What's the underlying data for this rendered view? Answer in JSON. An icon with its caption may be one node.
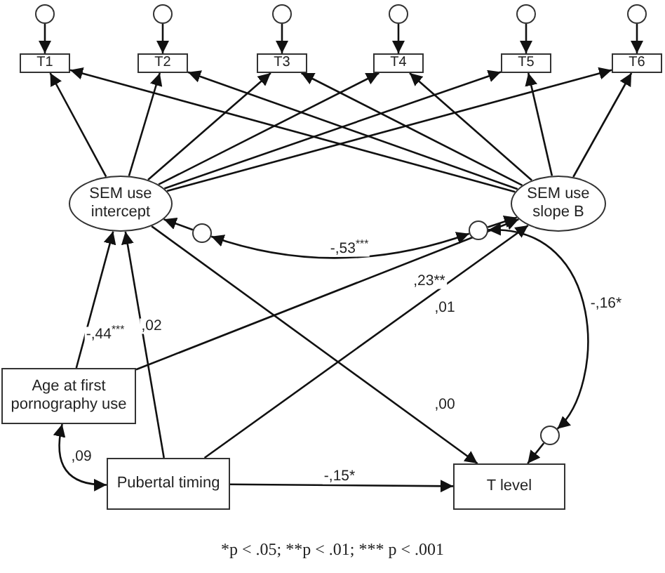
{
  "diagram": {
    "caption": "*p < .05; **p < .01; *** p < .001",
    "nodes": [
      {
        "text": [],
        "shape": "circle"
      },
      {
        "text": [],
        "shape": "circle"
      },
      {
        "text": [],
        "shape": "circle"
      },
      {
        "text": [],
        "shape": "circle"
      },
      {
        "text": [],
        "shape": "circle"
      },
      {
        "text": [],
        "shape": "circle"
      },
      {
        "text": [
          "T1"
        ]
      },
      {
        "text": [
          "T2"
        ]
      },
      {
        "text": [
          "T3"
        ]
      },
      {
        "text": [
          "T4"
        ]
      },
      {
        "text": [
          "T5"
        ]
      },
      {
        "text": [
          "T6"
        ]
      },
      {
        "text": [
          "SEM use intercept"
        ]
      },
      {
        "text": [
          "SEM use slope B"
        ]
      },
      {
        "text": [],
        "shape": "circle"
      },
      {
        "text": [],
        "shape": "circle"
      },
      {
        "text": [
          "Age at first pornography use"
        ]
      },
      {
        "text": [
          "Pubertal timing"
        ]
      },
      {
        "text": [
          "T level"
        ]
      },
      {
        "text": [],
        "shape": "circle"
      }
    ],
    "edges": [
      {
        "from": 0,
        "to": 6,
        "arrow": "to"
      },
      {
        "from": 1,
        "to": 7,
        "arrow": "to"
      },
      {
        "from": 2,
        "to": 8,
        "arrow": "to"
      },
      {
        "from": 3,
        "to": 9,
        "arrow": "to"
      },
      {
        "from": 4,
        "to": 10,
        "arrow": "to"
      },
      {
        "from": 5,
        "to": 11,
        "arrow": "to"
      },
      {
        "from": 12,
        "to": 6,
        "arrow": "to"
      },
      {
        "from": 12,
        "to": 7,
        "arrow": "to"
      },
      {
        "from": 12,
        "to": 8,
        "arrow": "to"
      },
      {
        "from": 12,
        "to": 9,
        "arrow": "to"
      },
      {
        "from": 12,
        "to": 10,
        "arrow": "to"
      },
      {
        "from": 12,
        "to": 11,
        "arrow": "to"
      },
      {
        "from": 13,
        "to": 6,
        "arrow": "to"
      },
      {
        "from": 13,
        "to": 7,
        "arrow": "to"
      },
      {
        "from": 13,
        "to": 8,
        "arrow": "to"
      },
      {
        "from": 13,
        "to": 9,
        "arrow": "to"
      },
      {
        "from": 13,
        "to": 10,
        "arrow": "to"
      },
      {
        "from": 13,
        "to": 11,
        "arrow": "to"
      },
      {
        "from": 14,
        "to": 12,
        "arrow": "to"
      },
      {
        "from": 15,
        "to": 13,
        "arrow": "to"
      },
      {
        "from": 14,
        "to": 15,
        "arrow": "both",
        "label": "-,53$^{***}$"
      },
      {
        "from": 16,
        "to": 12,
        "arrow": "to",
        "label": "-,44$^{***}$"
      },
      {
        "from": 17,
        "to": 12,
        "arrow": "to",
        "label": ",02"
      },
      {
        "from": 16,
        "to": 13,
        "arrow": "to",
        "label": ",23**"
      },
      {
        "from": 17,
        "to": 13,
        "arrow": "to",
        "label": ",01"
      },
      {
        "from": 12,
        "to": 18,
        "arrow": "to",
        "label": ",00"
      },
      {
        "from": 17,
        "to": 18,
        "arrow": "to",
        "label": "-,15*"
      },
      {
        "from": 16,
        "to": 17,
        "arrow": "both",
        "label": ",09"
      },
      {
        "from": 15,
        "to": 19,
        "arrow": "both",
        "label": "-,16*"
      },
      {
        "from": 19,
        "to": 18,
        "arrow": "to"
      }
    ]
  }
}
